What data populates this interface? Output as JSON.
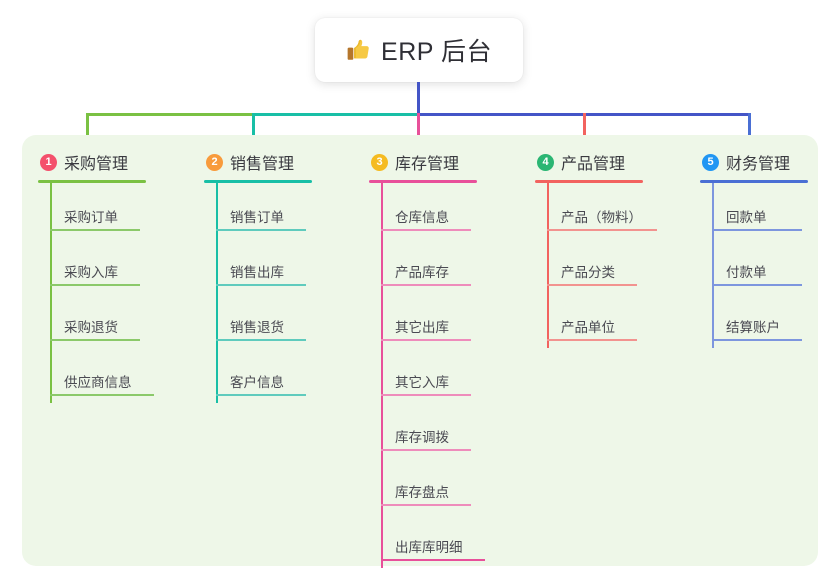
{
  "title": {
    "icon": "thumbs-up-icon",
    "text": "ERP 后台"
  },
  "colors": {
    "panel_bg": "#eef7e8",
    "page_bg": "#ffffff",
    "title_text": "#2f2f35",
    "trunk_root": "#4455c7",
    "col1": "#7ac143",
    "col2": "#18bfa6",
    "col3": "#e8509a",
    "col4": "#f2635f",
    "col5": "#4a6fd4",
    "badge1": "#f4516c",
    "badge2": "#f89b3c",
    "badge3": "#f5bb21",
    "badge4": "#2bb673",
    "badge5": "#2196f3"
  },
  "columns": [
    {
      "index": "1",
      "badge_color": "#f4516c",
      "line_color": "#7ac143",
      "label": "采购管理",
      "items": [
        "采购订单",
        "采购入库",
        "采购退货",
        "供应商信息"
      ]
    },
    {
      "index": "2",
      "badge_color": "#f89b3c",
      "line_color": "#18bfa6",
      "label": "销售管理",
      "items": [
        "销售订单",
        "销售出库",
        "销售退货",
        "客户信息"
      ]
    },
    {
      "index": "3",
      "badge_color": "#f5bb21",
      "line_color": "#e8509a",
      "label": "库存管理",
      "items": [
        "仓库信息",
        "产品库存",
        "其它出库",
        "其它入库",
        "库存调拨",
        "库存盘点",
        "出库库明细"
      ]
    },
    {
      "index": "4",
      "badge_color": "#2bb673",
      "line_color": "#f2635f",
      "label": "产品管理",
      "items": [
        "产品（物料）",
        "产品分类",
        "产品单位"
      ]
    },
    {
      "index": "5",
      "badge_color": "#2196f3",
      "line_color": "#4a6fd4",
      "label": "财务管理",
      "items": [
        "回款单",
        "付款单",
        "结算账户"
      ]
    }
  ]
}
